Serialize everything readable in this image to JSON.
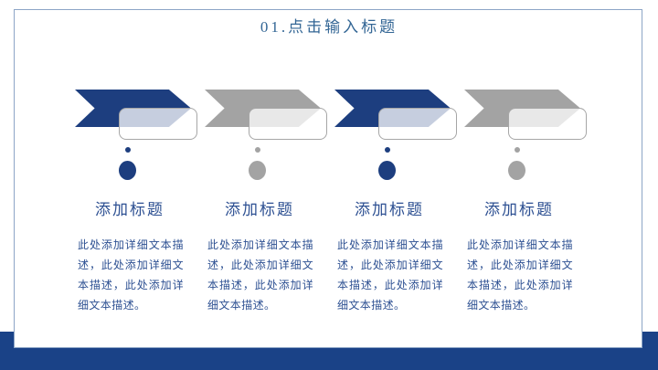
{
  "slide": {
    "title": "01.点击输入标题",
    "colors": {
      "accent_navy": "#1d3e7f",
      "accent_gray": "#a3a3a3",
      "footer_navy": "#1a4287",
      "panel_border": "#8ca5c6",
      "heading_text": "#2d5092",
      "title_text": "#336695",
      "box_border": "#a6a6a6"
    }
  },
  "steps": [
    {
      "heading": "添加标题",
      "body": "此处添加详细文本描述，此处添加详细文本描述，此处添加详细文本描述。",
      "accent": "navy",
      "accent_color": "#1d3e7f"
    },
    {
      "heading": "添加标题",
      "body": "此处添加详细文本描述，此处添加详细文本描述，此处添加详细文本描述。",
      "accent": "gray",
      "accent_color": "#a3a3a3"
    },
    {
      "heading": "添加标题",
      "body": "此处添加详细文本描述，此处添加详细文本描述，此处添加详细文本描述。",
      "accent": "navy",
      "accent_color": "#1d3e7f"
    },
    {
      "heading": "添加标题",
      "body": "此处添加详细文本描述，此处添加详细文本描述，此处添加详细文本描述。",
      "accent": "gray",
      "accent_color": "#a3a3a3"
    }
  ]
}
